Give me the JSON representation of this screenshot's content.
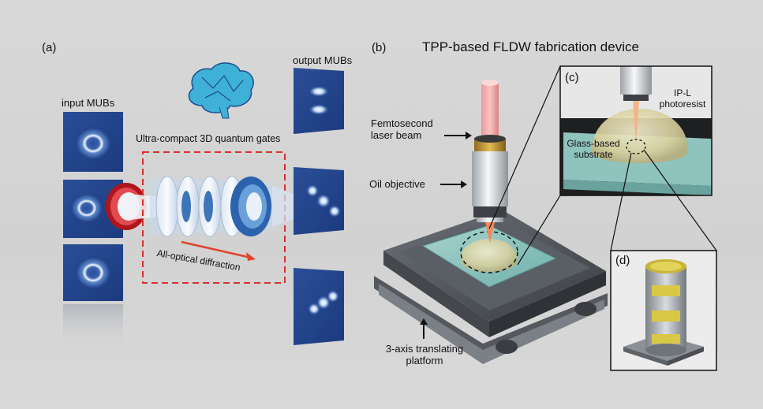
{
  "panel_a": {
    "label": "(a)",
    "input_header": "input MUBs",
    "output_header": "output MUBs",
    "device_caption": "Ultra-compact 3D quantum gates",
    "diffraction_caption": "All-optical diffraction"
  },
  "panel_b": {
    "label": "(b)",
    "title": "TPP-based FLDW fabrication device",
    "laser_label": [
      "Femtosecond",
      "laser beam"
    ],
    "objective_label": "Oil objective",
    "platform_label": [
      "3-axis translating",
      "platform"
    ]
  },
  "panel_c": {
    "label": "(c)",
    "photoresist_label": [
      "IP-L",
      "photoresist"
    ],
    "substrate_label": [
      "Glass-based",
      "substrate"
    ]
  },
  "panel_d": {
    "label": "(d)"
  }
}
